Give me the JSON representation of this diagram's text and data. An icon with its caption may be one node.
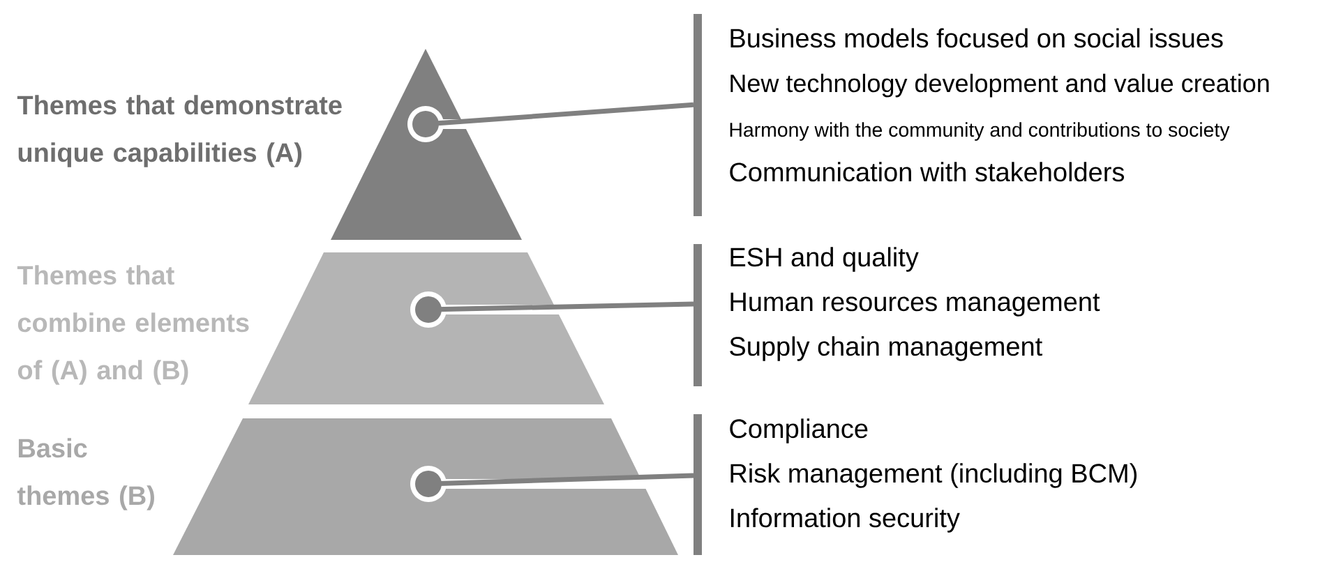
{
  "diagram": {
    "nodes": [
      {
        "text": [
          "Themes that demonstrate unique capabilities (A)"
        ]
      },
      {
        "text": [
          "Business models focused on social issues",
          "New technology development and value creation",
          "Harmony with the community and contributions to society",
          "Communication with stakeholders"
        ]
      },
      {
        "text": [
          "Themes that combine elements of (A) and (B)"
        ]
      },
      {
        "text": [
          "ESH and quality",
          "Human resources management",
          "Supply chain management"
        ]
      },
      {
        "text": [
          "Basic themes (B)"
        ]
      },
      {
        "text": [
          "Compliance",
          "Risk management (including BCM)",
          "Information security"
        ]
      }
    ],
    "edges": [
      {
        "from": 0,
        "to": 1,
        "arrow": "other"
      },
      {
        "from": 2,
        "to": 3,
        "arrow": "other"
      },
      {
        "from": 4,
        "to": 5,
        "arrow": "other"
      }
    ]
  }
}
